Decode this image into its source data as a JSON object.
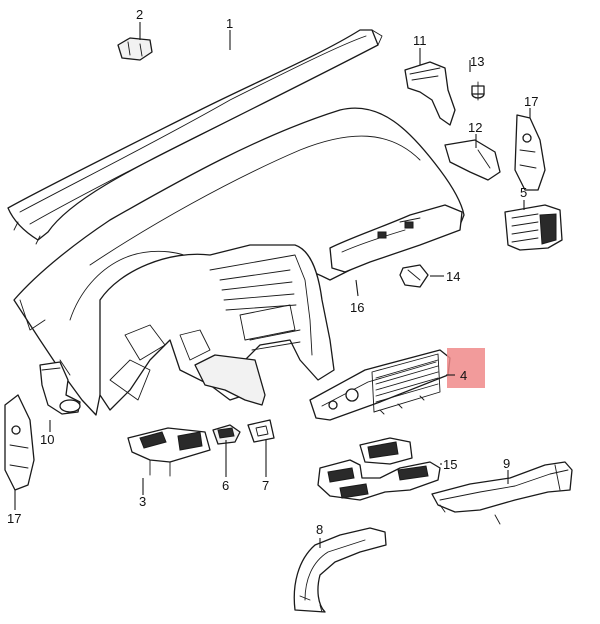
{
  "diagram": {
    "highlight_color": "#f08a8a",
    "callouts": {
      "c1": "1",
      "c2": "2",
      "c3": "3",
      "c4": "4",
      "c5": "5",
      "c6": "6",
      "c7": "7",
      "c8": "8",
      "c9": "9",
      "c10": "10",
      "c11": "11",
      "c12": "12",
      "c13": "13",
      "c14": "14",
      "c15": "15",
      "c16": "16",
      "c17a": "17",
      "c17b": "17"
    },
    "highlighted_callout": "4"
  }
}
